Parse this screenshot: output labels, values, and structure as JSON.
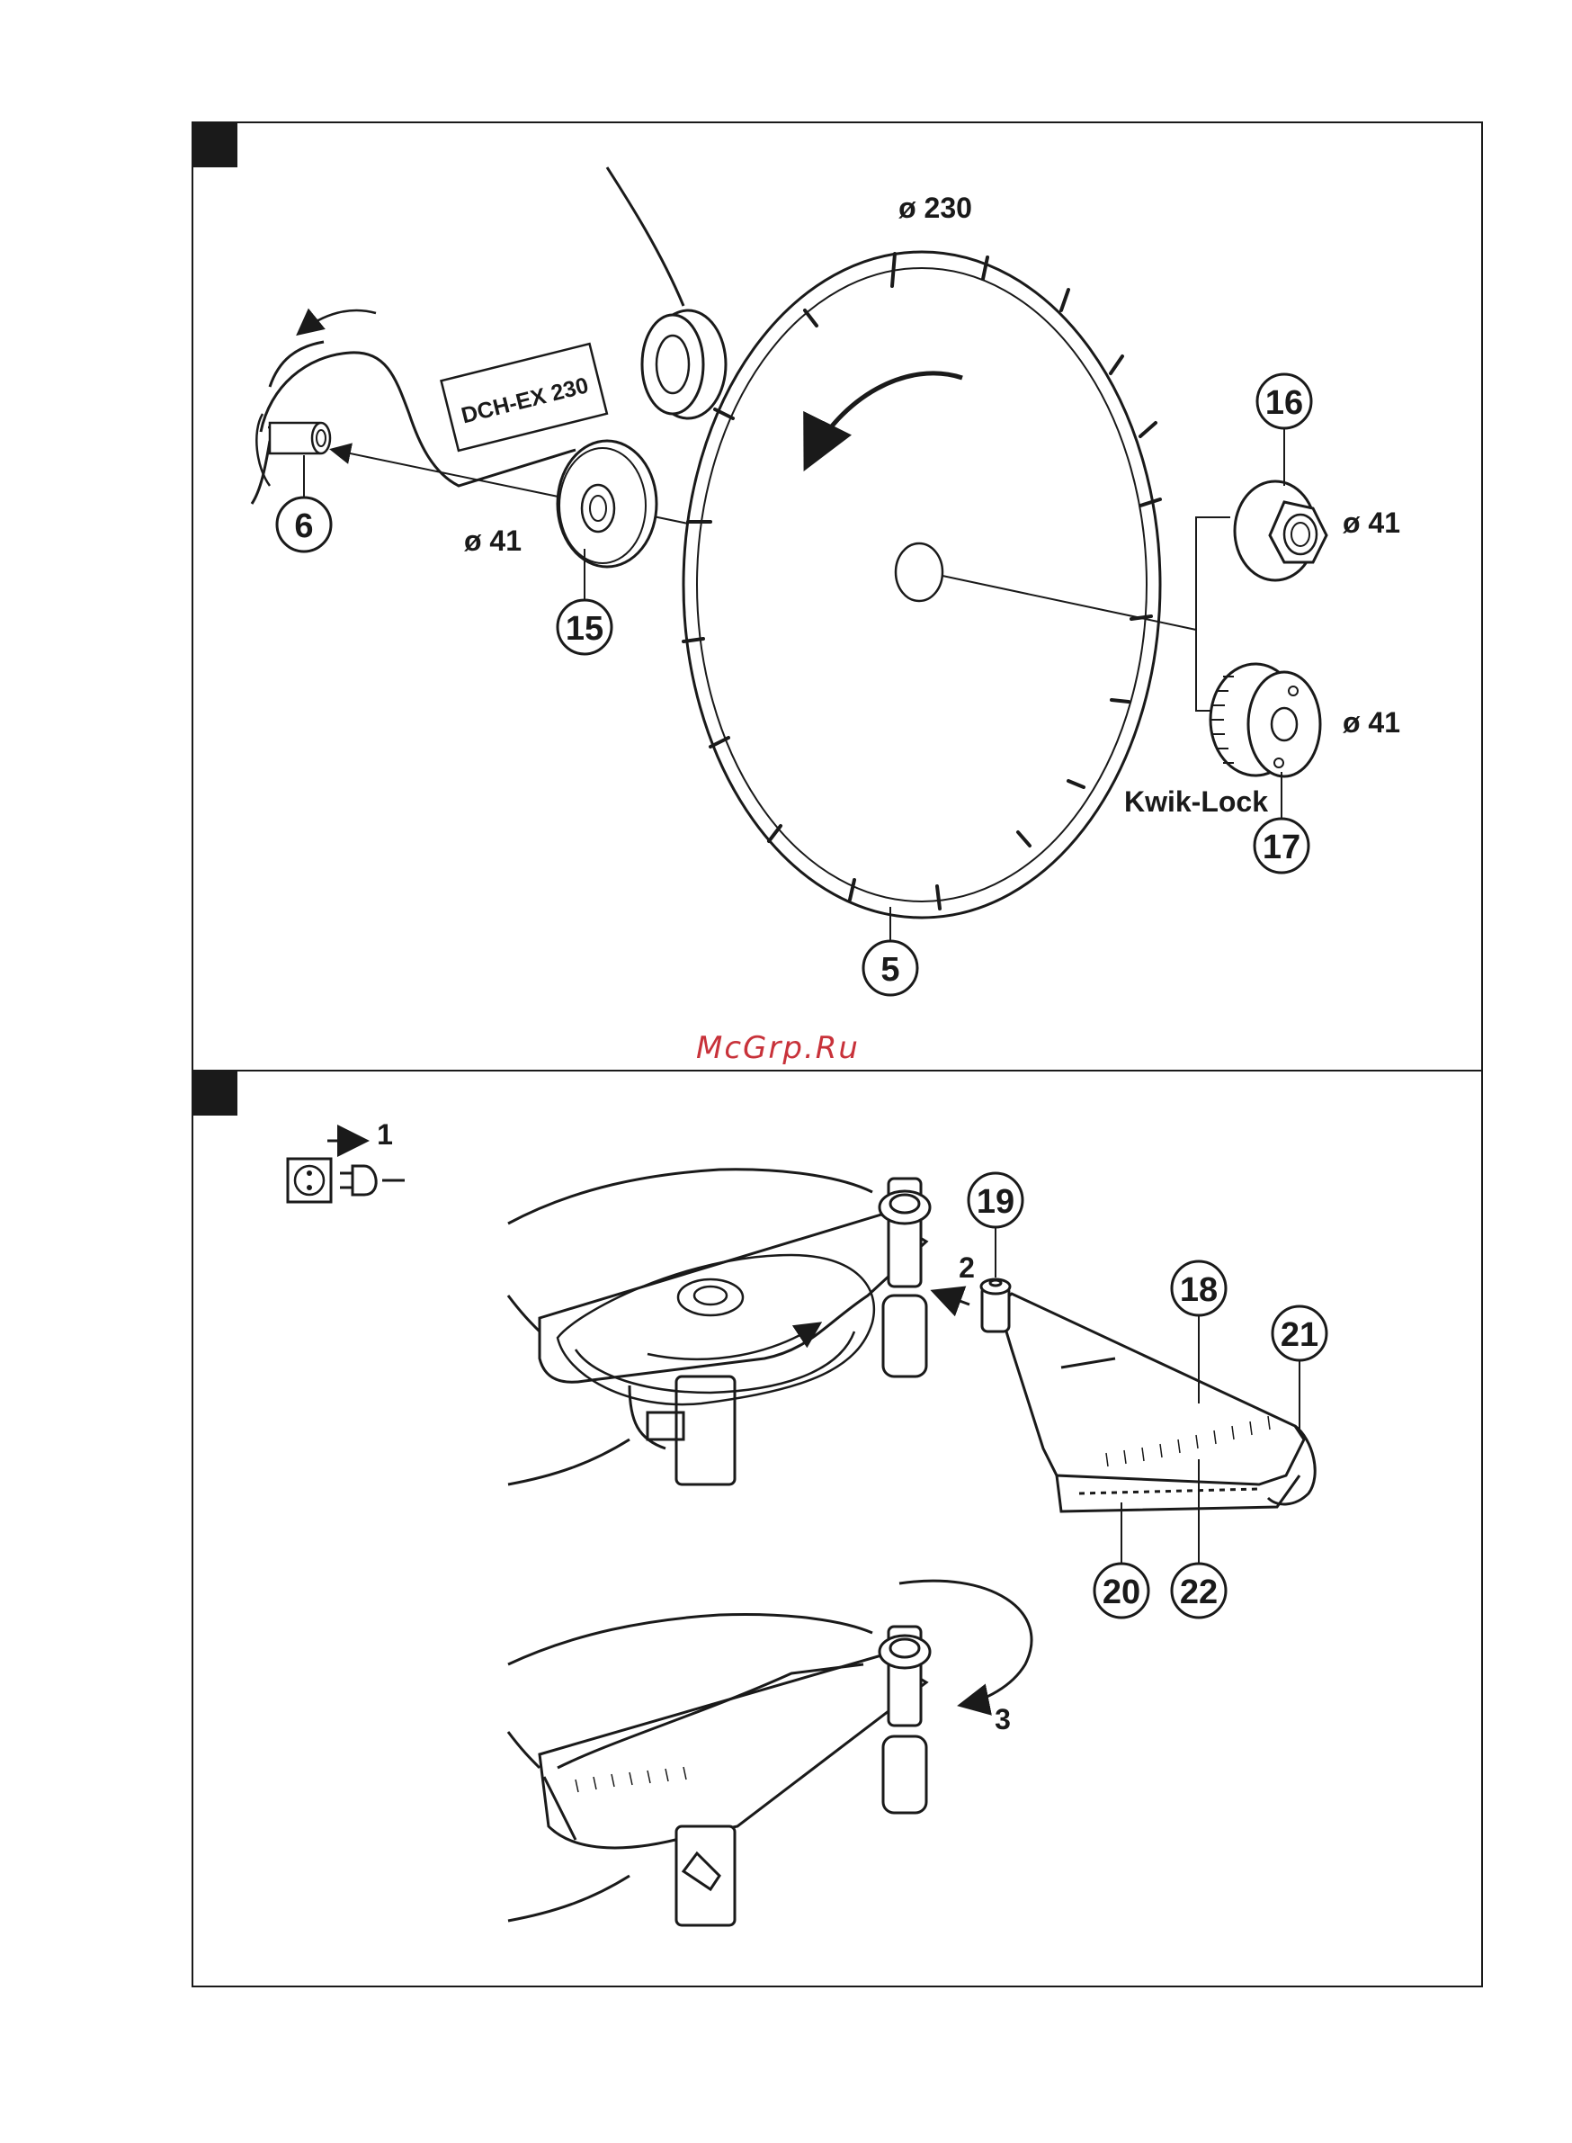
{
  "watermark": "McGrp.Ru",
  "figure1": {
    "model_label": "DCH-EX 230",
    "blade_diameter": "ø 230",
    "flange_diameter_left": "ø 41",
    "flange_diameter_nut": "ø 41",
    "flange_diameter_kwik": "ø 41",
    "kwik_lock_label": "Kwik-Lock",
    "callouts": {
      "c6": "6",
      "c15": "15",
      "c16": "16",
      "c17": "17",
      "c5": "5"
    }
  },
  "figure2": {
    "step1": "1",
    "step2": "2",
    "step3": "3",
    "callouts": {
      "c19": "19",
      "c18": "18",
      "c21": "21",
      "c20": "20",
      "c22": "22"
    }
  }
}
